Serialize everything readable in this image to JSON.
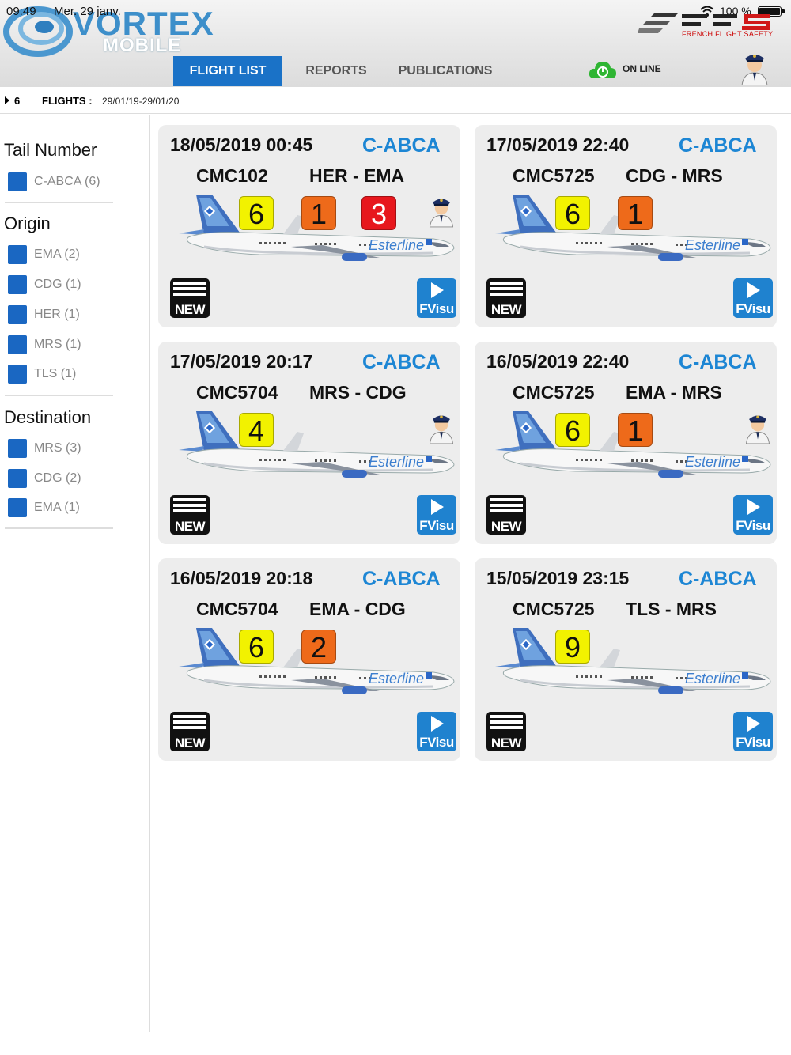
{
  "status": {
    "time": "09:49",
    "date": "Mer. 29 janv.",
    "battery": "100 %"
  },
  "brand": {
    "name": "VORTEX",
    "sub": "MOBILE",
    "partner": "FRENCH FLIGHT SAFETY"
  },
  "tabs": [
    {
      "label": "FLIGHT LIST",
      "active": true
    },
    {
      "label": "REPORTS",
      "active": false
    },
    {
      "label": "PUBLICATIONS",
      "active": false
    }
  ],
  "connection": {
    "label": "ON LINE"
  },
  "filterbar": {
    "count": "6",
    "label": "FLIGHTS :",
    "range": "29/01/19-29/01/20"
  },
  "sidebar": {
    "sections": [
      {
        "title": "Tail Number",
        "items": [
          "C-ABCA (6)"
        ]
      },
      {
        "title": "Origin",
        "items": [
          "EMA (2)",
          "CDG (1)",
          "HER (1)",
          "MRS (1)",
          "TLS (1)"
        ]
      },
      {
        "title": "Destination",
        "items": [
          "MRS (3)",
          "CDG (2)",
          "EMA (1)"
        ]
      }
    ]
  },
  "colors": {
    "accent": "#1a72c7",
    "tail": "#1d86d4",
    "yellow": "#f2f200",
    "orange": "#ee6a1a",
    "red": "#e7171d"
  },
  "buttons": {
    "new": "NEW",
    "fvisu": "FVisu"
  },
  "flights": [
    {
      "date": "18/05/2019 00:45",
      "tail": "C-ABCA",
      "flight": "CMC102",
      "route": "HER - EMA",
      "badges": [
        {
          "v": "6",
          "c": "y"
        },
        {
          "v": "1",
          "c": "o"
        },
        {
          "v": "3",
          "c": "r"
        }
      ],
      "pilot": true
    },
    {
      "date": "17/05/2019 22:40",
      "tail": "C-ABCA",
      "flight": "CMC5725",
      "route": "CDG - MRS",
      "badges": [
        {
          "v": "6",
          "c": "y"
        },
        {
          "v": "1",
          "c": "o"
        }
      ],
      "pilot": false
    },
    {
      "date": "17/05/2019 20:17",
      "tail": "C-ABCA",
      "flight": "CMC5704",
      "route": "MRS - CDG",
      "badges": [
        {
          "v": "4",
          "c": "y"
        }
      ],
      "pilot": true
    },
    {
      "date": "16/05/2019 22:40",
      "tail": "C-ABCA",
      "flight": "CMC5725",
      "route": "EMA - MRS",
      "badges": [
        {
          "v": "6",
          "c": "y"
        },
        {
          "v": "1",
          "c": "o"
        }
      ],
      "pilot": true
    },
    {
      "date": "16/05/2019 20:18",
      "tail": "C-ABCA",
      "flight": "CMC5704",
      "route": "EMA - CDG",
      "badges": [
        {
          "v": "6",
          "c": "y"
        },
        {
          "v": "2",
          "c": "o"
        }
      ],
      "pilot": false
    },
    {
      "date": "15/05/2019 23:15",
      "tail": "C-ABCA",
      "flight": "CMC5725",
      "route": "TLS - MRS",
      "badges": [
        {
          "v": "9",
          "c": "y"
        }
      ],
      "pilot": false
    }
  ],
  "aircraft_livery": "Esterline"
}
